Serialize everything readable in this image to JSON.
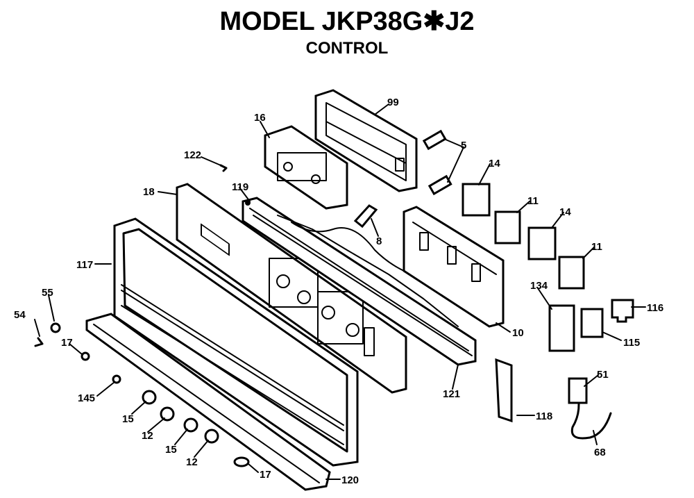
{
  "header": {
    "title": "MODEL JKP38G✱J2",
    "subtitle": "CONTROL"
  },
  "part_labels": {
    "p54": "54",
    "p55": "55",
    "p17a": "17",
    "p145": "145",
    "p15a": "15",
    "p12a": "12",
    "p15b": "15",
    "p12b": "12",
    "p17b": "17",
    "p120": "120",
    "p117": "117",
    "p18": "18",
    "p122": "122",
    "p16": "16",
    "p99": "99",
    "p119": "119",
    "p5": "5",
    "p8": "8",
    "p14a": "14",
    "p11a": "11",
    "p14b": "14",
    "p11b": "11",
    "p10": "10",
    "p121": "121",
    "p134": "134",
    "p116": "116",
    "p115": "115",
    "p118": "118",
    "p51": "51",
    "p68": "68"
  }
}
